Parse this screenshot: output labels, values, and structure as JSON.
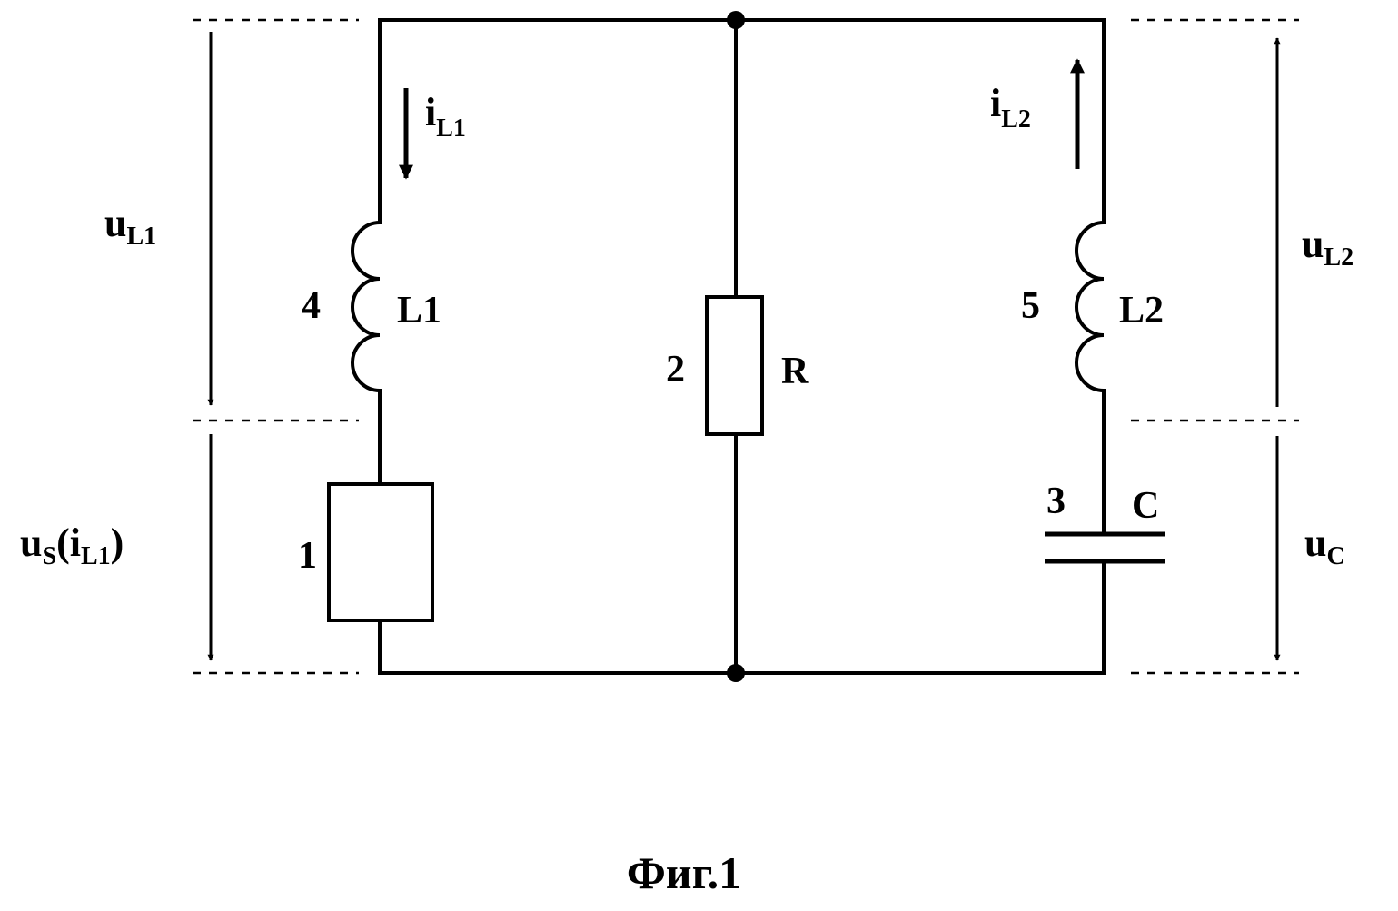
{
  "diagram": {
    "caption": "Фиг.1",
    "labels": {
      "i_L1": {
        "main": "i",
        "sub": "L1"
      },
      "i_L2": {
        "main": "i",
        "sub": "L2"
      },
      "u_L1": {
        "main": "u",
        "sub": "L1"
      },
      "u_L2": {
        "main": "u",
        "sub": "L2"
      },
      "u_C": {
        "main": "u",
        "sub": "C"
      },
      "u_S": {
        "main": "u",
        "sub": "S",
        "paren_open": "(i",
        "sub2": "L1",
        "paren_close": ")"
      }
    },
    "components": {
      "nonlinear_element": {
        "number": "1"
      },
      "resistor": {
        "number": "2",
        "name": "R"
      },
      "capacitor": {
        "number": "3",
        "name": "C"
      },
      "inductor_1": {
        "number": "4",
        "name": "L1"
      },
      "inductor_2": {
        "number": "5",
        "name": "L2"
      }
    }
  }
}
